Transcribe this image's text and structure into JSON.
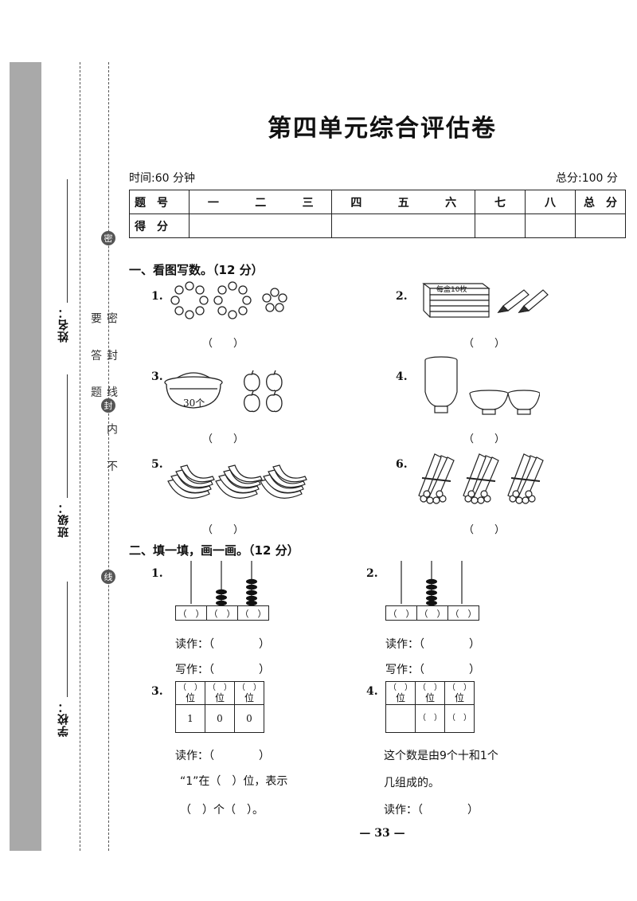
{
  "binding": {
    "name_label": "姓名：",
    "class_label": "班级：",
    "school_label": "学校：",
    "seal_notice": "密 封 线 内 不 要 答 题",
    "seal_dots": [
      "密",
      "封",
      "线"
    ]
  },
  "title": "第四单元综合评估卷",
  "time_label": "时间:60 分钟",
  "total_label": "总分:100 分",
  "score_table": {
    "header": [
      "题　号",
      "一",
      "二",
      "三",
      "四",
      "五",
      "六",
      "七",
      "八",
      "总　分"
    ],
    "row_label": "得　分"
  },
  "section1": {
    "title": "一、看图写数。（12 分）",
    "items": [
      {
        "num": "1.",
        "answer": "（　　）"
      },
      {
        "num": "2.",
        "answer": "（　　）",
        "box_label": "每盒10枚"
      },
      {
        "num": "3.",
        "answer": "（　　）",
        "basket_label": "30个"
      },
      {
        "num": "4.",
        "answer": "（　　）"
      },
      {
        "num": "5.",
        "answer": "（　　）"
      },
      {
        "num": "6.",
        "answer": "（　　）"
      }
    ]
  },
  "section2": {
    "title": "二、填一填，画一画。（12 分）",
    "q1": {
      "num": "1.",
      "read": "读作：（　　　　）",
      "write": "写作：（　　　　）",
      "cells": [
        "（　）",
        "（　）",
        "（　）"
      ]
    },
    "q2": {
      "num": "2.",
      "read": "读作：（　　　　）",
      "write": "写作：（　　　　）",
      "cells": [
        "（　）",
        "（　）",
        "（　）"
      ]
    },
    "q3": {
      "num": "3.",
      "head_paren": "（　）",
      "head_unit": "位",
      "digits": [
        "1",
        "0",
        "0"
      ],
      "read": "读作：（　　　　）",
      "line1": "“1”在（　）位，表示",
      "line2": "（　）个（　）。"
    },
    "q4": {
      "num": "4.",
      "head_paren": "（　）",
      "head_unit": "位",
      "blank": "（　）",
      "line1": "这个数是由9个十和1个",
      "line2": "几组成的。",
      "read": "读作：（　　　　）"
    }
  },
  "page_number": "— 33 —"
}
